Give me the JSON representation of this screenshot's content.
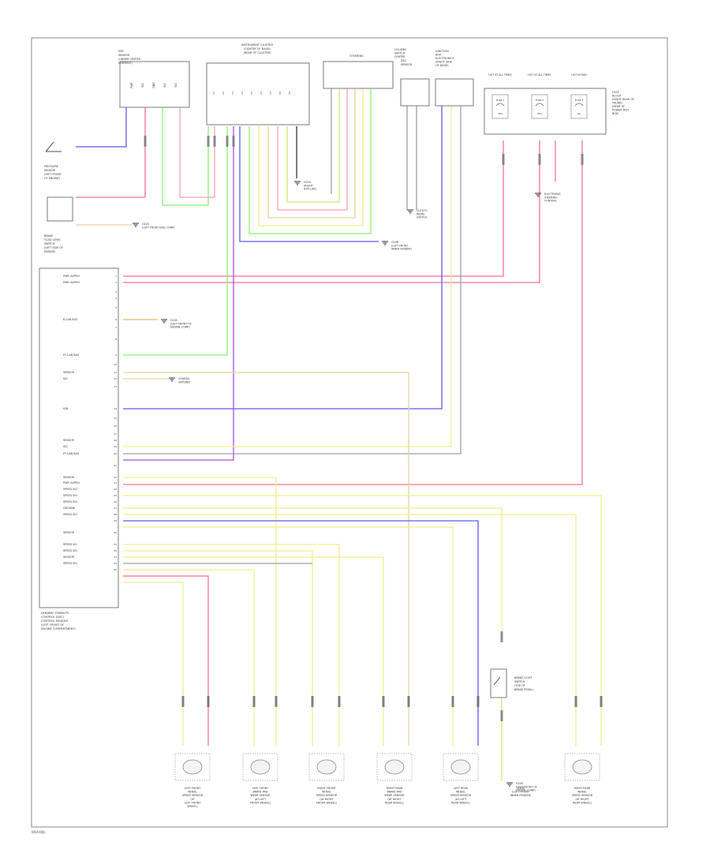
{
  "diagram": {
    "footer_code": "W0A40JL",
    "modules": {
      "main_module": {
        "title_lines": [
          "DYNAMIC STABILITY",
          "CONTROL (DSC)",
          "CONTROL MODULE",
          "(LEFT FRONT OF",
          "ENGINE COMPARTMENT)"
        ],
        "pins": [
          {
            "label": "PWR SUPPLY",
            "num": "1"
          },
          {
            "label": "PWR SUPPLY",
            "num": "2"
          },
          {
            "label": "",
            "num": "3"
          },
          {
            "label": "",
            "num": "4"
          },
          {
            "label": "",
            "num": "5"
          },
          {
            "label": "K-CAN BUS",
            "num": "6"
          },
          {
            "label": "",
            "num": "7"
          },
          {
            "label": "",
            "num": "8"
          },
          {
            "label": "PT-CAN BUS",
            "num": "9"
          },
          {
            "label": "",
            "num": "10"
          },
          {
            "label": "SENSOR",
            "num": "11"
          },
          {
            "label": "SIG",
            "num": "12"
          },
          {
            "label": "",
            "num": "13"
          },
          {
            "label": "IGN",
            "num": "14"
          },
          {
            "label": "",
            "num": "15"
          },
          {
            "label": "",
            "num": "16"
          },
          {
            "label": "",
            "num": "17"
          },
          {
            "label": "SENSOR",
            "num": "18"
          },
          {
            "label": "SIG",
            "num": "19"
          },
          {
            "label": "PT-CAN BUS",
            "num": "20"
          },
          {
            "label": "",
            "num": "21"
          },
          {
            "label": "SENSOR",
            "num": "22"
          },
          {
            "label": "PWR SUPPLY",
            "num": "23"
          },
          {
            "label": "SPEED SIG",
            "num": "24"
          },
          {
            "label": "SPEED SIG",
            "num": "25"
          },
          {
            "label": "SPEED SIG",
            "num": "26"
          },
          {
            "label": "GROUND",
            "num": "27"
          },
          {
            "label": "SPEED SIG",
            "num": "28"
          },
          {
            "label": "",
            "num": "29"
          },
          {
            "label": "SENSOR",
            "num": "30"
          },
          {
            "label": "SPEED SIG",
            "num": "31"
          },
          {
            "label": "SPEED SIG",
            "num": "32"
          },
          {
            "label": "SENSOR",
            "num": "33"
          },
          {
            "label": "SPEED SIG",
            "num": "34"
          },
          {
            "label": "",
            "num": "35"
          }
        ]
      },
      "sensor_top": {
        "title_lines": [
          "DSC",
          "SENSOR",
          "(UNDER CENTER",
          "CONSOLE)"
        ],
        "pins": [
          "PWR",
          "SIG",
          "GND",
          "SIG",
          "SIG"
        ]
      },
      "instrument_cluster": {
        "title_lines": [
          "INSTRUMENT CLUSTER",
          "(CENTER OF DASH)",
          "(REAR OF CLUSTER)"
        ]
      },
      "steering_module": {
        "title_lines": [
          "STEERING",
          "COLUMN",
          "SWITCH",
          "CENTER"
        ]
      },
      "gateway_module": {
        "title_lines": [
          "JUNCTION",
          "BOX",
          "ELECTRONICS",
          "(RIGHT SIDE",
          "OF DASH)"
        ]
      },
      "dsc_sensor": {
        "title_lines": [
          "DSC",
          "SENSOR"
        ]
      },
      "fuse_block": {
        "title_lines": [
          "FUSE",
          "BLOCK",
          "(RIGHT REAR OF",
          "TRUNK)",
          "(REAR OF",
          "POWER DIST",
          "BOX)"
        ],
        "fuses": [
          {
            "head": "HOT AT ALL TIMES",
            "fuse": "FUSE 1",
            "amps": "40A"
          },
          {
            "head": "HOT AT ALL TIMES",
            "fuse": "FUSE 2",
            "amps": "25A"
          },
          {
            "head": "HOT IN RUN",
            "fuse": "FUSE 3",
            "amps": "5A"
          }
        ]
      }
    },
    "switches": {
      "brake_switch_top": {
        "title_lines": [
          "PRESSURE",
          "SENSOR",
          "(LEFT FRONT",
          "OF ENGINE)"
        ]
      },
      "left_sensor_block": {
        "title_lines": [
          "BRAKE",
          "FLUID LEVEL",
          "SWITCH",
          "(LEFT SIDE OF",
          "ENGINE)"
        ]
      },
      "brake_light": {
        "title_lines": [
          "BRAKE LIGHT",
          "SWITCH",
          "(TOP OF",
          "BRAKE PEDAL)"
        ]
      }
    },
    "grounds": {
      "g1": {
        "lines": [
          "G105",
          "(LEFT FRONT ENG COMP)"
        ]
      },
      "g2": {
        "lines": [
          "G105",
          "(LEFT FRONT OF",
          "ENGINE COMP)"
        ]
      },
      "g3": {
        "lines": [
          "G220",
          "(RIGHT",
          "A-PILLAR)"
        ]
      },
      "g4": {
        "lines": [
          "G106",
          "(LEFT FRONT",
          "INNER FENDER)"
        ]
      },
      "g5": {
        "lines": [
          "CLUTCH",
          "PEDAL",
          "SWITCH"
        ]
      },
      "g6": {
        "lines": [
          "ELECTRONIC",
          "STEERING",
          "CONTROL"
        ]
      },
      "g7": {
        "lines": [
          "CHASSIS",
          "GROUND"
        ]
      },
      "g8": {
        "lines": [
          "G105",
          "(LEFT FRONT OF",
          "ENGINE COMP)"
        ]
      }
    },
    "bottom_sensors": [
      {
        "lines": [
          "LEFT FRONT",
          "WHEEL",
          "SPEED SENSOR",
          "(AT",
          "LEFT FRONT",
          "WHEEL)"
        ]
      },
      {
        "lines": [
          "LEFT FRONT",
          "BRAKE PAD",
          "WEAR SENSOR",
          "(AT LEFT",
          "FRONT WHEEL)"
        ]
      },
      {
        "lines": [
          "RIGHT FRONT",
          "WHEEL",
          "SPEED SENSOR",
          "(AT RIGHT",
          "FRONT WHEEL)"
        ]
      },
      {
        "lines": [
          "RIGHT REAR",
          "BRAKE PAD",
          "WEAR SENSOR",
          "(AT RIGHT",
          "REAR WHEEL)"
        ]
      },
      {
        "lines": [
          "LEFT REAR",
          "WHEEL",
          "SPEED SENSOR",
          "(AT LEFT",
          "REAR WHEEL)"
        ]
      },
      {
        "lines": [
          "G106",
          "(LEFT FRONT",
          "INNER FENDER)"
        ]
      },
      {
        "lines": [
          "RIGHT REAR",
          "WHEEL",
          "SPEED SENSOR",
          "(AT RIGHT",
          "REAR WHEEL)"
        ]
      }
    ],
    "wire_colors": {
      "red": "#ff6f8f",
      "pink": "#ff9fb4",
      "green": "#88f070",
      "lime": "#c8ef6a",
      "yellow": "#f2ee8c",
      "blue": "#5a5af0",
      "violet": "#a64fe0",
      "gray": "#9aa0a6",
      "tan": "#e7d39a",
      "orange": "#f2b06a",
      "black": "#333333"
    }
  }
}
